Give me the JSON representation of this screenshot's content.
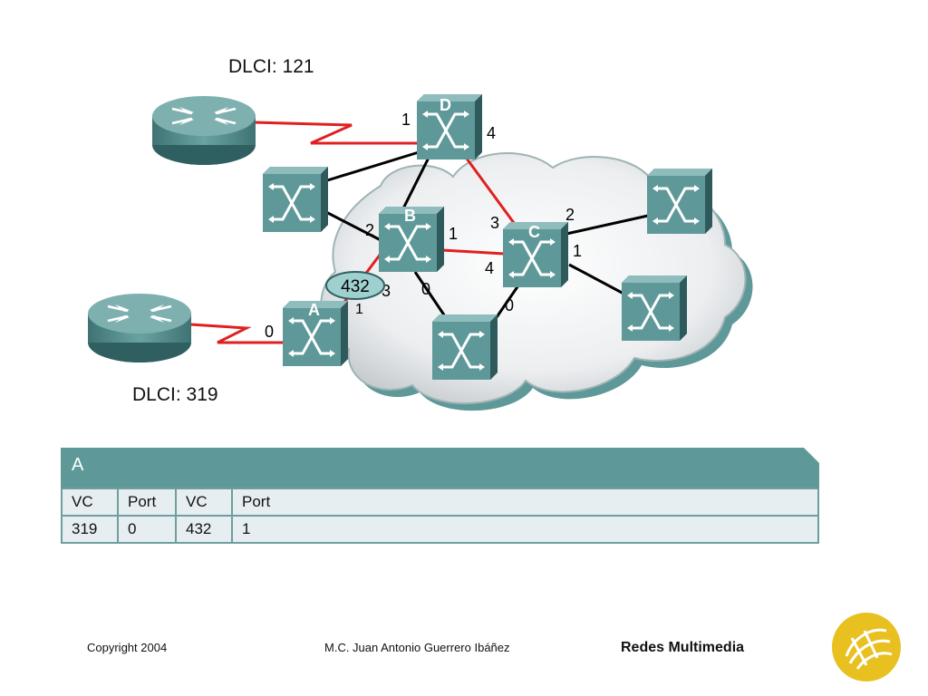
{
  "dlci_top": "DLCI: 121",
  "dlci_bottom": "DLCI: 319",
  "nodes": {
    "a": "A",
    "b": "B",
    "c": "C",
    "d": "D"
  },
  "ports": {
    "d_1": "1",
    "d_4": "4",
    "b_2": "2",
    "b_1": "1",
    "b_3": "3",
    "b_0": "0",
    "c_3": "3",
    "c_2": "2",
    "c_1": "1",
    "c_4": "4",
    "c_0": "0",
    "a_0": "0",
    "a_1": "1"
  },
  "vc_tag": "432",
  "table": {
    "title": "A",
    "header": [
      "VC",
      "Port",
      "VC",
      "Port"
    ],
    "row": [
      "319",
      "0",
      "432",
      "1"
    ]
  },
  "footer": {
    "copyright": "Copyright 2004",
    "author": "M.C. Juan Antonio Guerrero Ibáñez",
    "course": "Redes Multimedia"
  },
  "colors": {
    "path_red": "#e02020",
    "switch_teal": "#5f9898",
    "table_header": "#5f9898",
    "logo_yellow": "#e8c020"
  },
  "icons": [
    "router-icon",
    "switch-icon",
    "cloud-icon",
    "logo-icon"
  ]
}
